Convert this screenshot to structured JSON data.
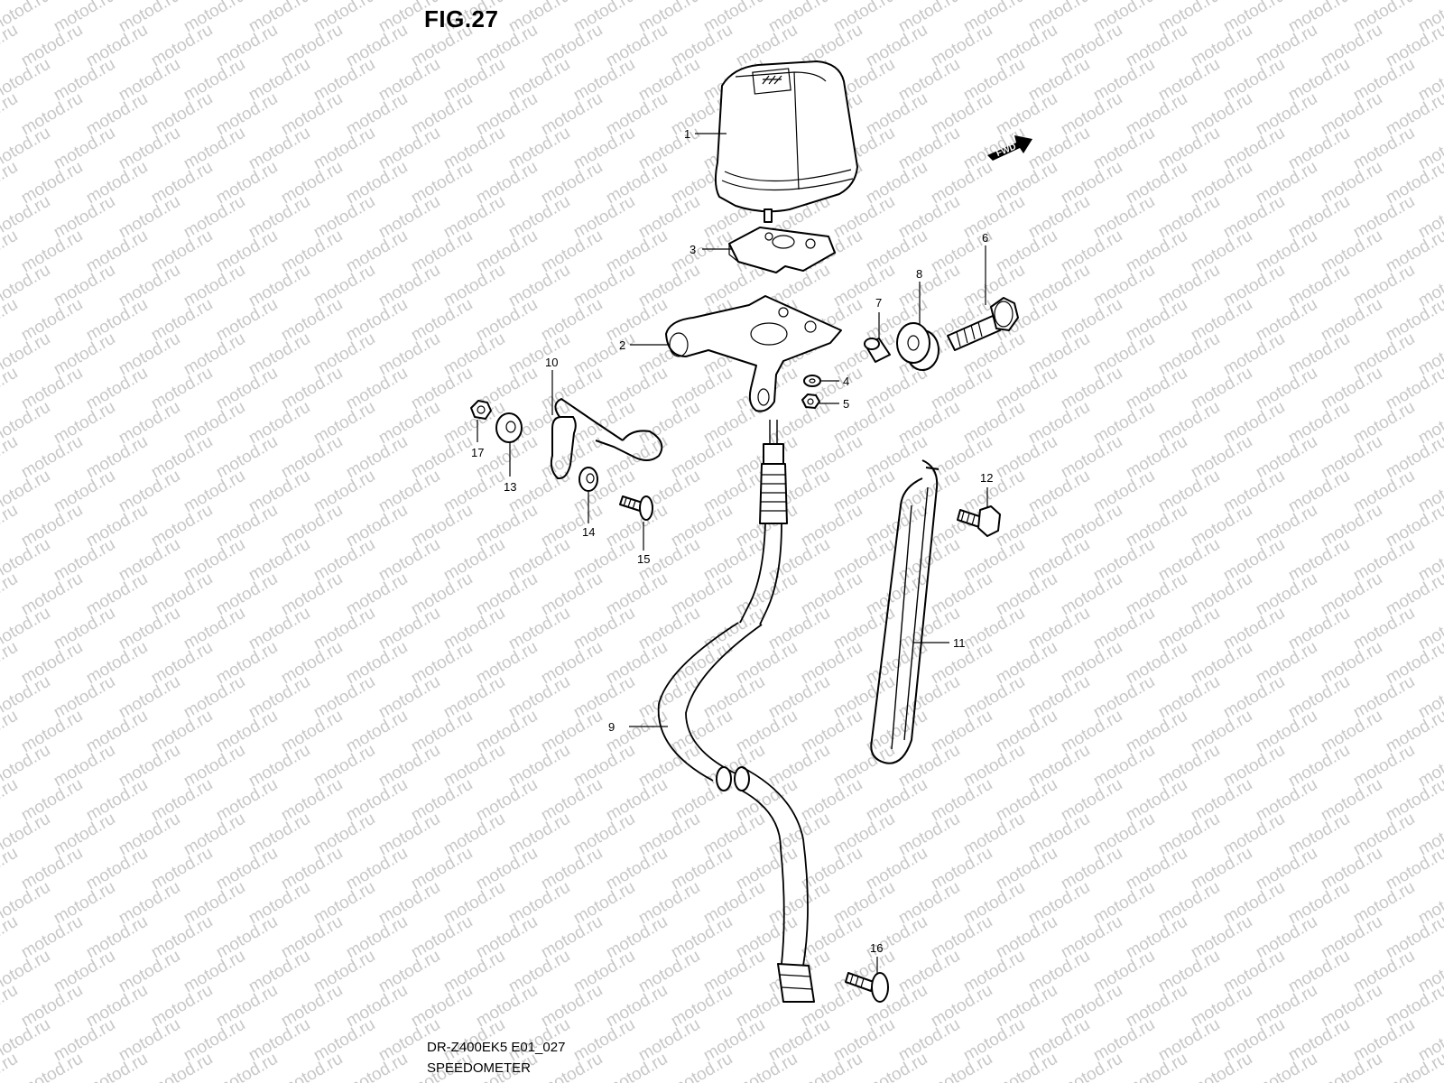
{
  "figure": {
    "title": "FIG.27",
    "model_code": "DR-Z400EK5 E01_027",
    "section_name": "SPEEDOMETER"
  },
  "watermark": "motod.ru",
  "fwd_label": "FWD",
  "icon": "fwd-arrow-icon",
  "callouts": [
    "1",
    "2",
    "3",
    "4",
    "5",
    "6",
    "7",
    "8",
    "9",
    "10",
    "11",
    "12",
    "13",
    "14",
    "15",
    "16",
    "17"
  ]
}
